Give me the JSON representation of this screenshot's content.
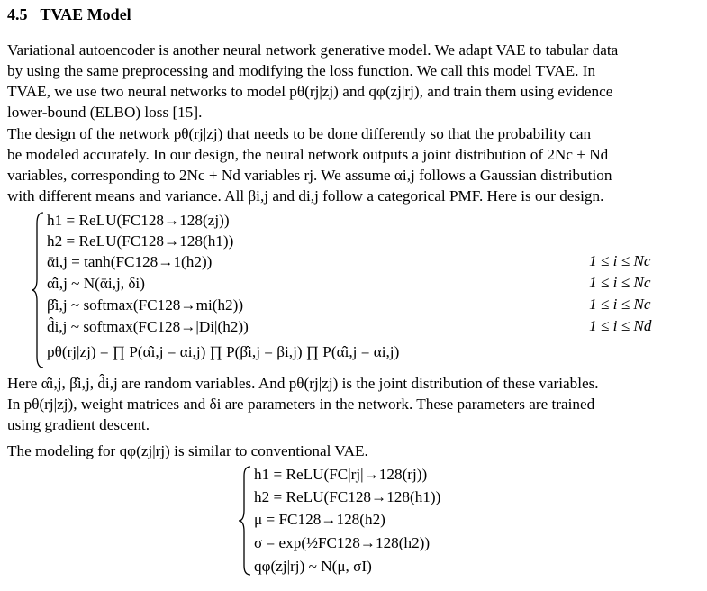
{
  "section": {
    "number": "4.5",
    "title": "TVAE Model"
  },
  "paragraph1": [
    "Variational autoencoder is another neural network generative model. We adapt VAE to tabular data",
    "by using the same preprocessing and modifying the loss function.  We call this model TVAE. In",
    "TVAE, we use two neural networks to model pθ(rj|zj) and qφ(zj|rj), and train them using evidence",
    "lower-bound (ELBO) loss [15]."
  ],
  "paragraph2": [
    "The design of the network pθ(rj|zj) that needs to be done differently so that the probability can",
    "be modeled accurately. In our design, the neural network outputs a joint distribution of 2Nc + Nd",
    "variables, corresponding to 2Nc + Nd variables rj. We assume αi,j follows a Gaussian distribution",
    "with different means and variance. All βi,j and di,j follow a categorical PMF. Here is our design."
  ],
  "equation1": [
    "h1 = ReLU(FC128→128(zj))",
    "h2 = ReLU(FC128→128(h1))",
    "ᾱi,j = tanh(FC128→1(h2))",
    "α̂i,j ~ N(ᾱi,j, δi)",
    "β̂i,j ~ softmax(FC128→mi(h2))",
    "d̂i,j ~ softmax(FC128→|Di|(h2))",
    "pθ(rj|zj) = ∏ P(α̂i,j = αi,j) ∏ P(β̂i,j = βi,j) ∏ P(α̂i,j = αi,j)"
  ],
  "equation1_conditions": [
    "1 ≤ i ≤ Nc",
    "1 ≤ i ≤ Nc",
    "1 ≤ i ≤ Nc",
    "1 ≤ i ≤ Nd"
  ],
  "paragraph3": [
    "Here α̂i,j, β̂i,j, d̂i,j are random variables. And pθ(rj|zj) is the joint distribution of these variables.",
    "In pθ(rj|zj), weight matrices and δi are parameters in the network. These parameters are trained",
    "using gradient descent."
  ],
  "paragraph4": [
    "The modeling for qφ(zj|rj) is similar to conventional VAE."
  ],
  "equation2": [
    "h1 = ReLU(FC|rj|→128(rj))",
    "h2 = ReLU(FC128→128(h1))",
    "μ = FC128→128(h2)",
    "σ = exp(½FC128→128(h2))",
    "qφ(zj|rj) ~ N(μ, σI)"
  ]
}
